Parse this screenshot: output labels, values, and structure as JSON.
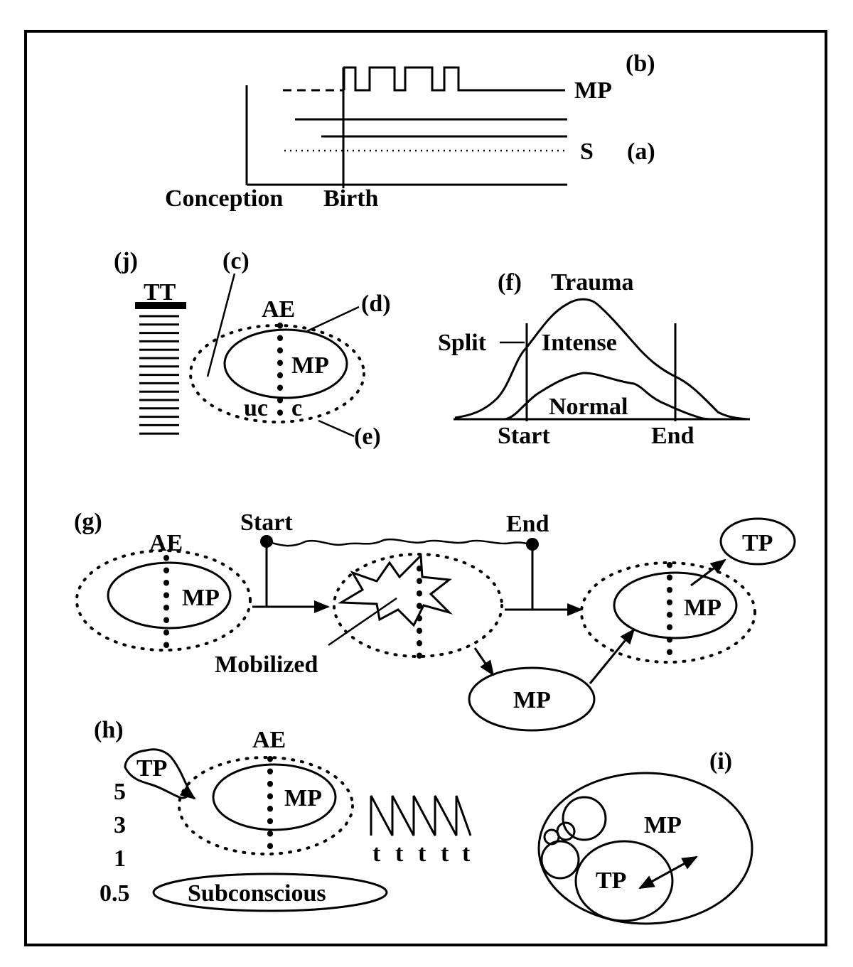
{
  "panel_b": {
    "tag": "(b)",
    "mp_label": "MP",
    "s_label": "S",
    "tag_a": "(a)",
    "conception_label": "Conception",
    "birth_label": "Birth"
  },
  "panel_j": {
    "tag": "(j)",
    "tt_label": "TT"
  },
  "panel_c": {
    "tag_c": "(c)",
    "tag_d": "(d)",
    "tag_e": "(e)",
    "ae_label": "AE",
    "mp_label": "MP",
    "uc_label": "uc",
    "c_label": "c"
  },
  "panel_f": {
    "tag": "(f)",
    "trauma_label": "Trauma",
    "split_label": "Split",
    "intense_label": "Intense",
    "normal_label": "Normal",
    "start_label": "Start",
    "end_label": "End"
  },
  "panel_g": {
    "tag": "(g)",
    "ae_label": "AE",
    "start_label": "Start",
    "end_label": "End",
    "mp_left_label": "MP",
    "mobilized_label": "Mobilized",
    "mp_bottom_label": "MP",
    "mp_right_label": "MP",
    "tp_label": "TP"
  },
  "panel_h": {
    "tag": "(h)",
    "tp_label": "TP",
    "ae_label": "AE",
    "mp_label": "MP",
    "scale": [
      "5",
      "3",
      "1",
      "0.5"
    ],
    "subconscious_label": "Subconscious",
    "t_labels": [
      "t",
      "t",
      "t",
      "t",
      "t"
    ]
  },
  "panel_i": {
    "tag": "(i)",
    "mp_label": "MP",
    "tp_label": "TP"
  }
}
